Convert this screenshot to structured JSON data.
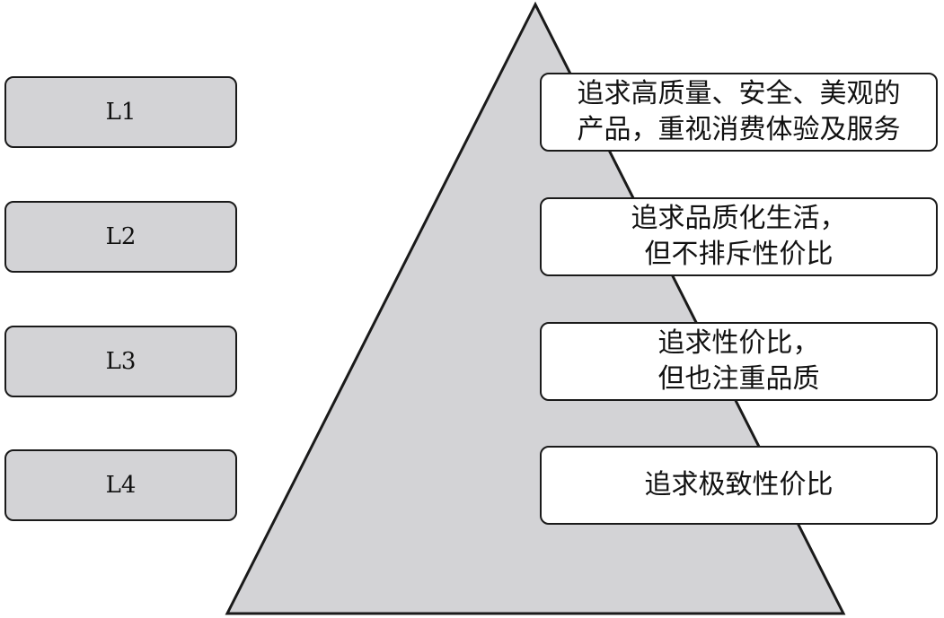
{
  "colors": {
    "pyramid_fill": "#d3d3d6",
    "level_fill": "#d3d3d6",
    "desc_fill": "#ffffff",
    "stroke": "#1a1a1a"
  },
  "levels": [
    {
      "label": "L1",
      "description": [
        "追求高质量、安全、美观的",
        "产品，重视消费体验及服务"
      ]
    },
    {
      "label": "L2",
      "description": [
        "追求品质化生活，",
        "但不排斥性价比"
      ]
    },
    {
      "label": "L3",
      "description": [
        "追求性价比，",
        "但也注重品质"
      ]
    },
    {
      "label": "L4",
      "description": [
        "追求极致性价比"
      ]
    }
  ]
}
